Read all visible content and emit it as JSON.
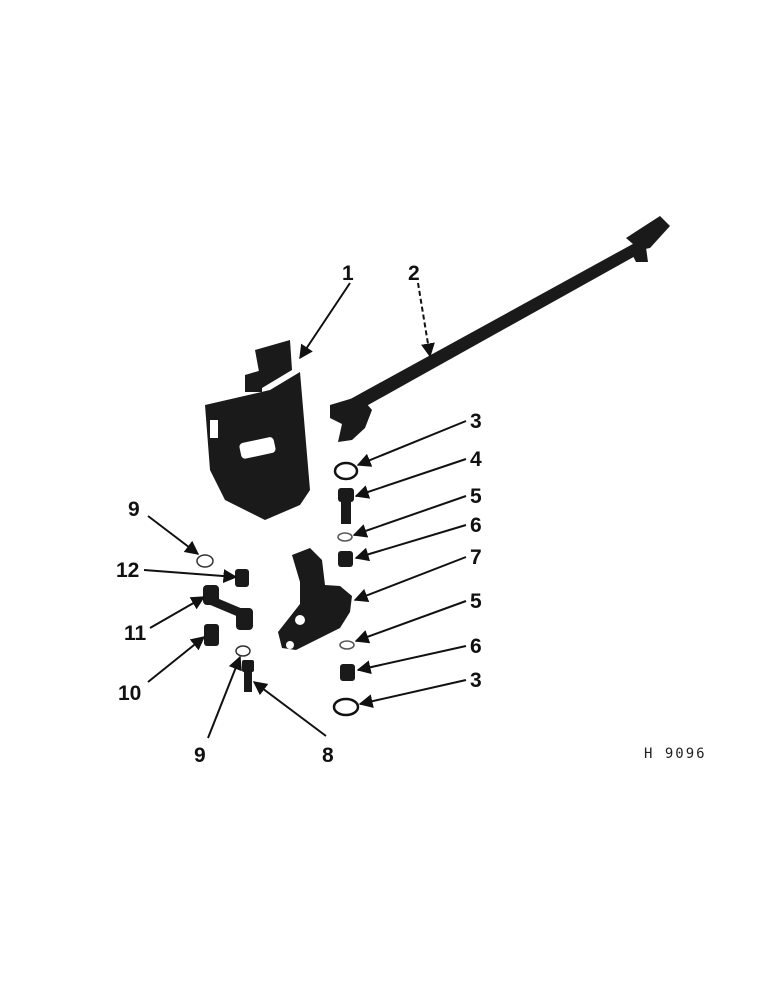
{
  "diagram": {
    "reference_code": "H 9096",
    "callouts": [
      {
        "id": "c1",
        "label": "1"
      },
      {
        "id": "c2",
        "label": "2"
      },
      {
        "id": "c3a",
        "label": "3"
      },
      {
        "id": "c4",
        "label": "4"
      },
      {
        "id": "c5a",
        "label": "5"
      },
      {
        "id": "c6a",
        "label": "6"
      },
      {
        "id": "c7",
        "label": "7"
      },
      {
        "id": "c5b",
        "label": "5"
      },
      {
        "id": "c6b",
        "label": "6"
      },
      {
        "id": "c3b",
        "label": "3"
      },
      {
        "id": "c9a",
        "label": "9"
      },
      {
        "id": "c12",
        "label": "12"
      },
      {
        "id": "c11",
        "label": "11"
      },
      {
        "id": "c10",
        "label": "10"
      },
      {
        "id": "c9b",
        "label": "9"
      },
      {
        "id": "c8",
        "label": "8"
      }
    ]
  }
}
